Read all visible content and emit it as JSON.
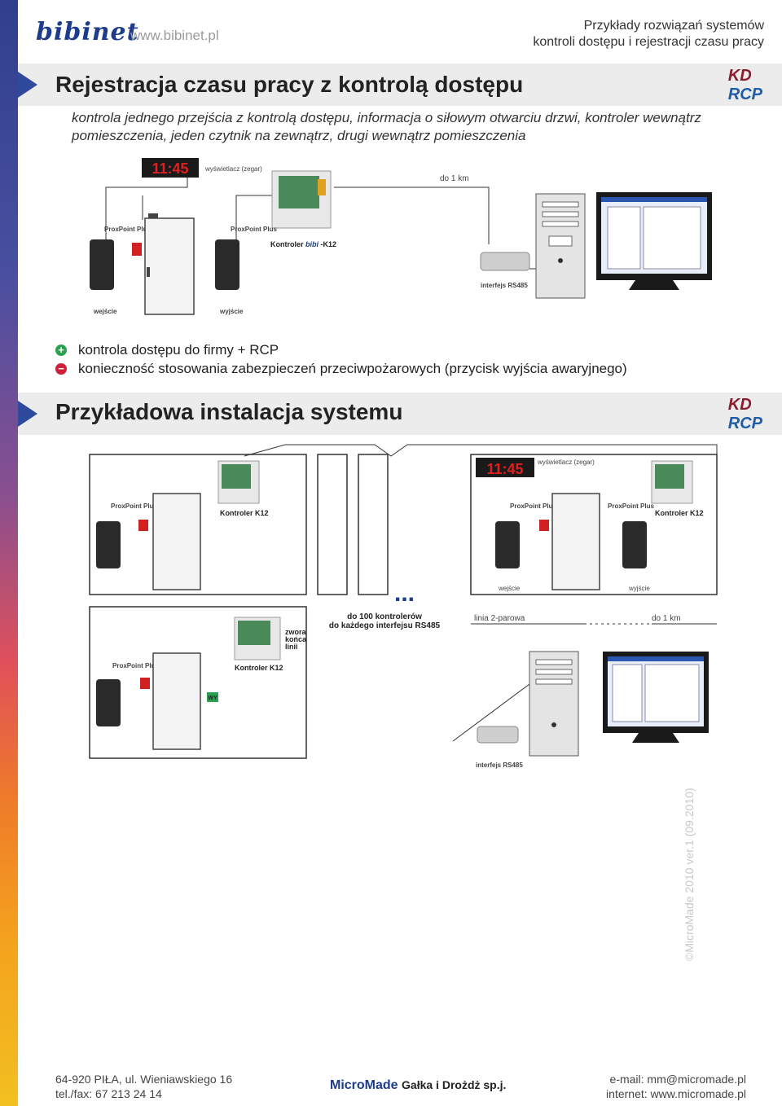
{
  "header": {
    "logo": "bibinet",
    "url": "www.bibinet.pl",
    "title_line1": "Przykłady rozwiązań systemów",
    "title_line2": "kontroli dostępu i rejestracji czasu pracy"
  },
  "badges": {
    "kd": "KD",
    "rcp": "RCP"
  },
  "section1": {
    "title": "Rejestracja czasu pracy z kontrolą dostępu",
    "description": "kontrola jednego przejścia z kontrolą dostępu, informacja o siłowym otwarciu drzwi, kontroler wewnątrz pomieszczenia, jeden czytnik na zewnątrz, drugi wewnątrz pomieszczenia",
    "diagram": {
      "clock_time": "11:45",
      "clock_label": "wyświetlacz (zegar)",
      "distance": "do 1 km",
      "reader1": "ProxPoint Plus",
      "reader2": "ProxPoint Plus",
      "controller_prefix": "Kontroler",
      "controller_logo": "bibi",
      "controller_suffix": "-K12",
      "interface": "interfejs RS485",
      "entry": "wejście",
      "exit": "wyjście"
    },
    "pros": "kontrola dostępu do firmy + RCP",
    "cons": "konieczność stosowania zabezpieczeń przeciwpożarowych (przycisk wyjścia awaryjnego)"
  },
  "section2": {
    "title": "Przykładowa instalacja systemu",
    "diagram": {
      "clock_time": "11:45",
      "clock_label": "wyświetlacz (zegar)",
      "reader": "ProxPoint Plus",
      "controller": "Kontroler K12",
      "entry": "wejście",
      "exit": "wyjście",
      "ellipsis": "...",
      "controllers_note_1": "do 100 kontrolerów",
      "controllers_note_2": "do każdego interfejsu RS485",
      "line_type": "linia 2-parowa",
      "distance": "do 1 km",
      "terminator_1": "zwora",
      "terminator_2": "końca",
      "terminator_3": "linii",
      "exit_button": "WY",
      "interface": "interfejs RS485"
    }
  },
  "footer": {
    "address": "64-920 PIŁA, ul. Wieniawskiego 16",
    "phone": "tel./fax: 67 213 24 14",
    "company_brand": "MicroMade",
    "company_name": "Gałka i Drożdż sp.j.",
    "email": "e-mail: mm@micromade.pl",
    "internet": "internet: www.micromade.pl",
    "copyright": "©MicroMade 2010 ver.1 (09.2010)"
  }
}
